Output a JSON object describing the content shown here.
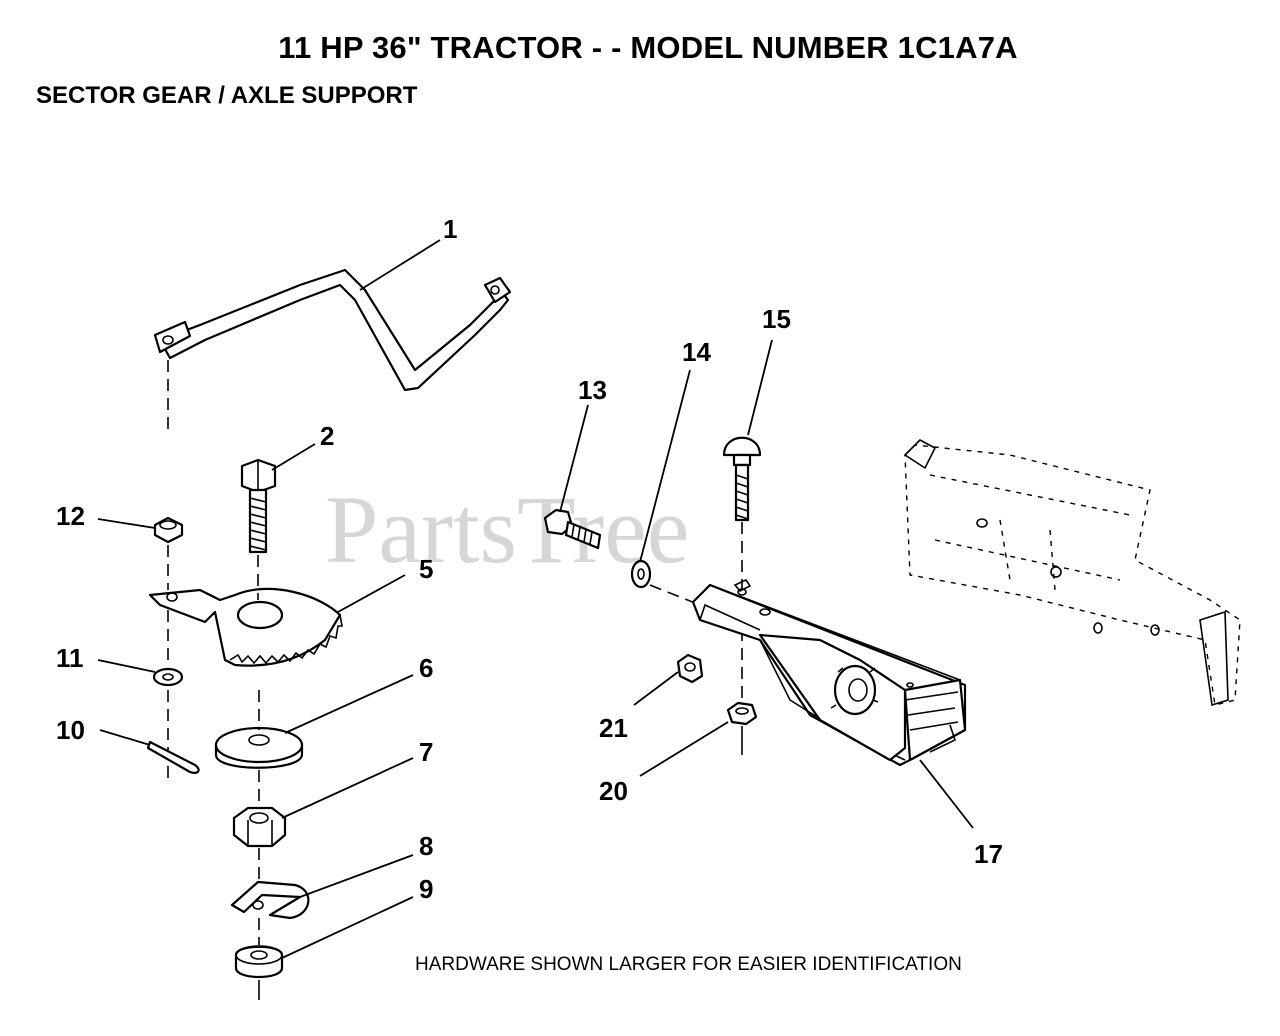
{
  "header": {
    "title": "11 HP 36\" TRACTOR - - MODEL NUMBER 1C1A7A",
    "subtitle": "SECTOR GEAR / AXLE SUPPORT"
  },
  "watermark": "PartsTree",
  "footer_note": "HARDWARE SHOWN LARGER FOR EASIER IDENTIFICATION",
  "callouts": {
    "c1": "1",
    "c2": "2",
    "c5": "5",
    "c6": "6",
    "c7": "7",
    "c8": "8",
    "c9": "9",
    "c10": "10",
    "c11": "11",
    "c12": "12",
    "c13": "13",
    "c14": "14",
    "c15": "15",
    "c17": "17",
    "c20": "20",
    "c21": "21"
  },
  "parts": {
    "p1": "drag-link",
    "p2": "bolt",
    "p5": "sector-gear",
    "p6": "washer",
    "p7": "hex-nut",
    "p8": "clip",
    "p9": "nut",
    "p10": "cotter-pin",
    "p11": "washer",
    "p12": "nut",
    "p13": "bolt",
    "p14": "washer",
    "p15": "carriage-bolt",
    "p17": "axle-support",
    "p20": "nut",
    "p21": "nut"
  }
}
